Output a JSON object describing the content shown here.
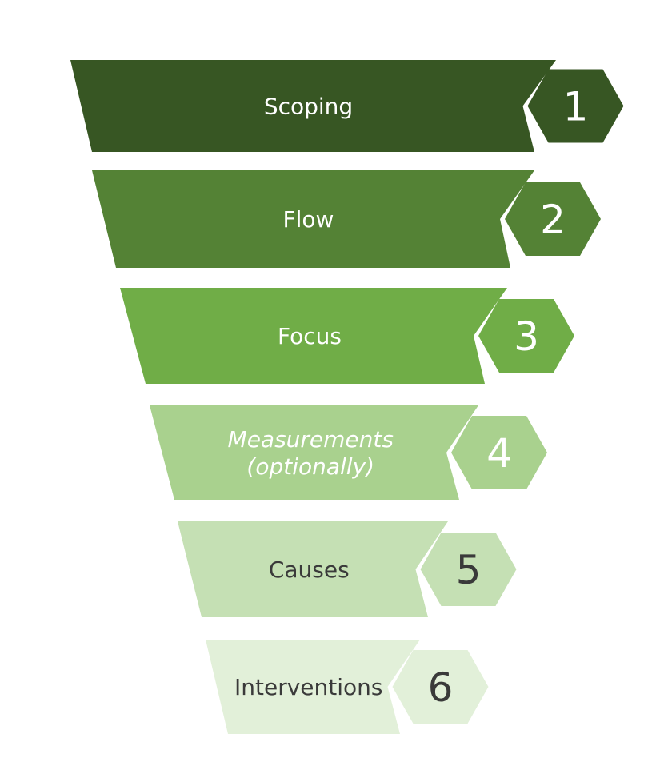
{
  "diagram": {
    "steps": [
      {
        "number": "1",
        "label_lines": [
          "Scoping"
        ],
        "italic": false,
        "fill": "#375623",
        "text_color": "#ffffff",
        "badge_fill": "#375623",
        "badge_text_color": "#ffffff"
      },
      {
        "number": "2",
        "label_lines": [
          "Flow"
        ],
        "italic": false,
        "fill": "#548235",
        "text_color": "#ffffff",
        "badge_fill": "#548235",
        "badge_text_color": "#ffffff"
      },
      {
        "number": "3",
        "label_lines": [
          "Focus"
        ],
        "italic": false,
        "fill": "#70ad47",
        "text_color": "#ffffff",
        "badge_fill": "#70ad47",
        "badge_text_color": "#ffffff"
      },
      {
        "number": "4",
        "label_lines": [
          "Measurements",
          "(optionally)"
        ],
        "italic": true,
        "fill": "#a9d18e",
        "text_color": "#ffffff",
        "badge_fill": "#a9d18e",
        "badge_text_color": "#ffffff"
      },
      {
        "number": "5",
        "label_lines": [
          "Causes"
        ],
        "italic": false,
        "fill": "#c5e0b4",
        "text_color": "#3a3a3a",
        "badge_fill": "#c5e0b4",
        "badge_text_color": "#3a3a3a"
      },
      {
        "number": "6",
        "label_lines": [
          "Interventions"
        ],
        "italic": false,
        "fill": "#e2f0d9",
        "text_color": "#3a3a3a",
        "badge_fill": "#e2f0d9",
        "badge_text_color": "#3a3a3a"
      }
    ]
  }
}
